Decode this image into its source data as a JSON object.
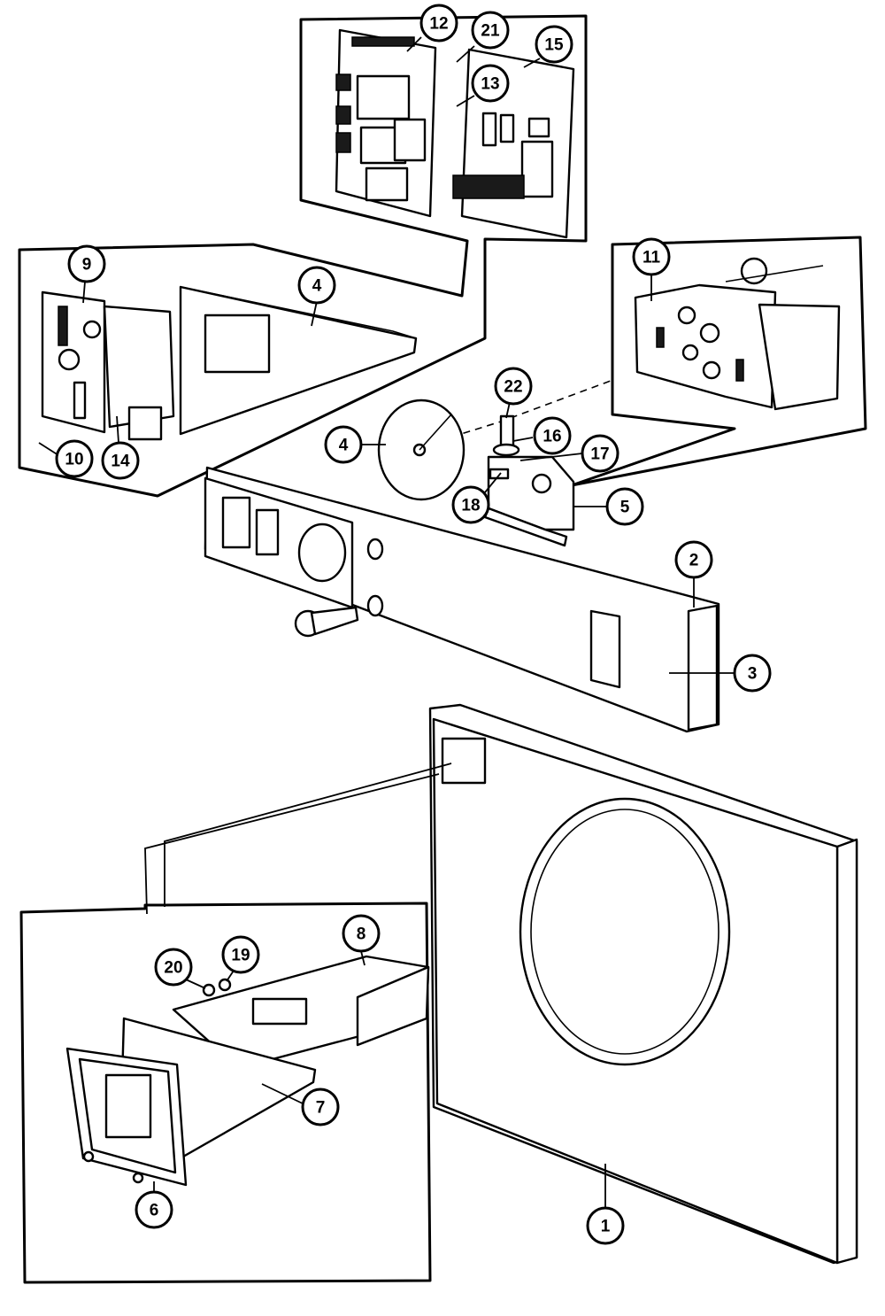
{
  "callouts": [
    {
      "label": "1"
    },
    {
      "label": "2"
    },
    {
      "label": "3"
    },
    {
      "label": "4"
    },
    {
      "label": "4"
    },
    {
      "label": "5"
    },
    {
      "label": "6"
    },
    {
      "label": "7"
    },
    {
      "label": "8"
    },
    {
      "label": "9"
    },
    {
      "label": "10"
    },
    {
      "label": "11"
    },
    {
      "label": "12"
    },
    {
      "label": "13"
    },
    {
      "label": "14"
    },
    {
      "label": "15"
    },
    {
      "label": "16"
    },
    {
      "label": "17"
    },
    {
      "label": "18"
    },
    {
      "label": "19"
    },
    {
      "label": "20"
    },
    {
      "label": "21"
    },
    {
      "label": "22"
    }
  ]
}
